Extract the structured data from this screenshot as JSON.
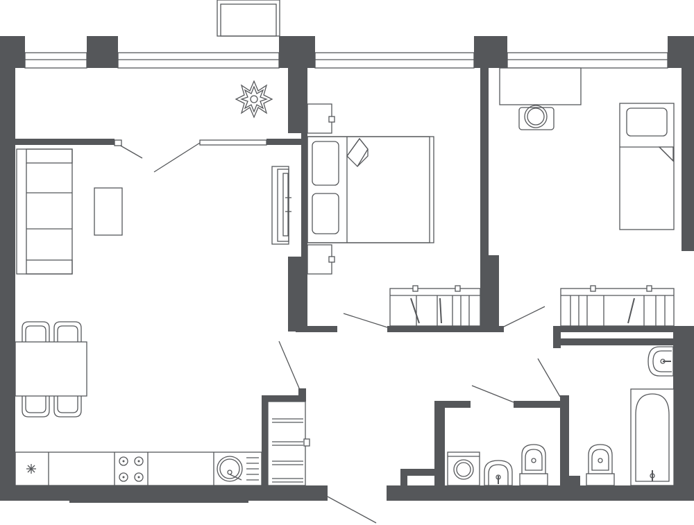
{
  "plan": {
    "type": "apartment-floor-plan",
    "wall_color": "#55575a",
    "line_color": "#55575a",
    "background": "#ffffff",
    "rooms": [
      "living-kitchen",
      "bedroom-double",
      "bedroom-single",
      "hallway",
      "toilet-laundry",
      "bathroom"
    ],
    "icons": {
      "plant": "plant-icon",
      "sofa": "sofa-icon",
      "coffee_table": "coffee-table-icon",
      "tv": "tv-unit-icon",
      "dining_table": "dining-table-icon",
      "chairs": "chair-icon",
      "cooktop": "cooktop-icon",
      "sink": "sink-icon",
      "double_bed": "double-bed-icon",
      "single_bed": "single-bed-icon",
      "desk": "desk-icon",
      "wardrobe": "wardrobe-icon",
      "washing_machine": "washing-machine-icon",
      "toilet": "toilet-icon",
      "bathtub": "bathtub-icon",
      "radiator": "towel-radiator-icon",
      "door": "door-swing-icon",
      "window": "window-icon"
    }
  }
}
